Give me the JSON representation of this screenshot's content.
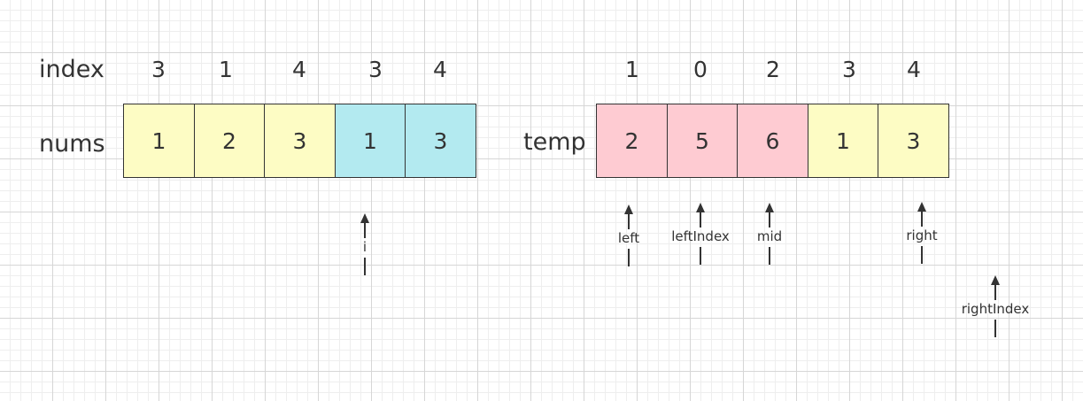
{
  "colors": {
    "yellow": "#fdfcc4",
    "cyan": "#b3eaf0",
    "pink": "#fecbd2",
    "stroke": "#333333"
  },
  "nums_array": {
    "index_label": "index",
    "row_label": "nums",
    "indices": [
      "3",
      "1",
      "4",
      "3",
      "4"
    ],
    "values": [
      "1",
      "2",
      "3",
      "1",
      "3"
    ],
    "fills": [
      "yellow",
      "yellow",
      "yellow",
      "cyan",
      "cyan"
    ]
  },
  "temp_array": {
    "row_label": "temp",
    "indices": [
      "1",
      "0",
      "2",
      "3",
      "4"
    ],
    "values": [
      "2",
      "5",
      "6",
      "1",
      "3"
    ],
    "fills": [
      "pink",
      "pink",
      "pink",
      "yellow",
      "yellow"
    ]
  },
  "pointers": {
    "i": "i",
    "left": "left",
    "leftIndex": "leftIndex",
    "mid": "mid",
    "right": "right",
    "rightIndex": "rightIndex"
  }
}
